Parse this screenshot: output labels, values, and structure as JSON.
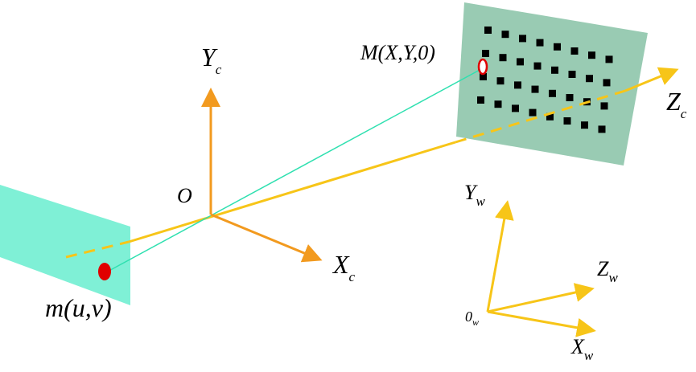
{
  "colors": {
    "image_plane": "#7ff0d6",
    "target_plane": "#99cbb3",
    "optical_axis": "#f7c518",
    "camera_axes": "#f29a1f",
    "world_axes": "#f7c518",
    "projection_ray": "#2fe0b0",
    "image_point": "#e00000",
    "target_marker": "#e00000",
    "grid_squares": "#000000"
  },
  "labels": {
    "camera_y": "Y",
    "camera_y_sub": "c",
    "camera_x": "X",
    "camera_x_sub": "c",
    "camera_z": "Z",
    "camera_z_sub": "c",
    "origin": "O",
    "world_y": "Y",
    "world_y_sub": "w",
    "world_z": "Z",
    "world_z_sub": "w",
    "world_x": "X",
    "world_x_sub": "w",
    "world_origin": "0",
    "world_origin_sub": "w",
    "image_point": "m(u,v)",
    "world_point": "M(X,Y,0)"
  }
}
